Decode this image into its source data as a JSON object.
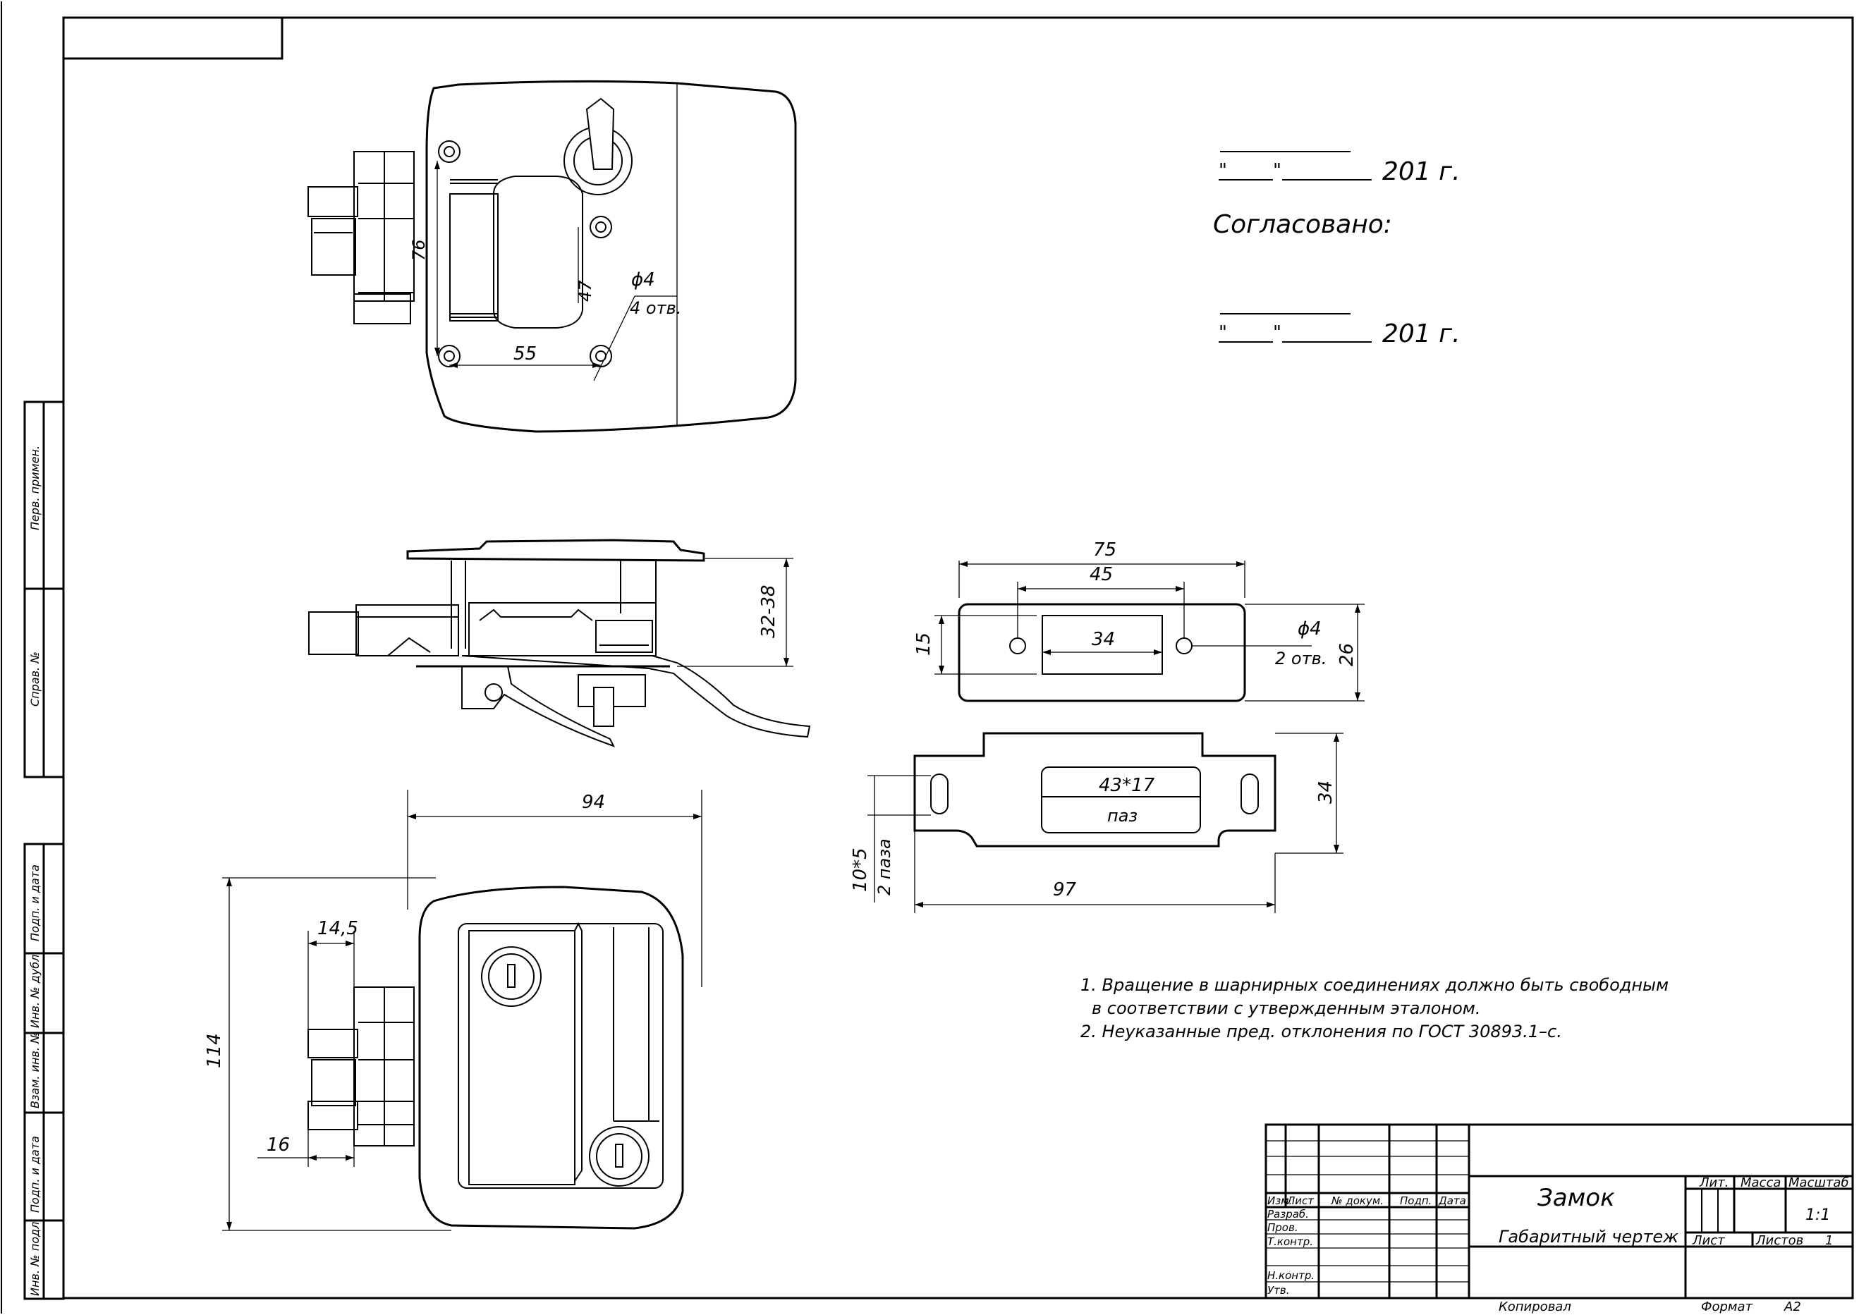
{
  "side_stamps": [
    "Перв. примен.",
    "Справ. №",
    "Подп. и дата",
    "Инв. № дубл.",
    "Взам. инв. №",
    "Подп. и дата",
    "Инв. № подл."
  ],
  "approval": {
    "date_suffix_1": "201 г.",
    "agreed_label": "Согласовано:",
    "date_suffix_2": "201 г."
  },
  "dims": {
    "d76": "76",
    "d47": "47",
    "d55": "55",
    "phi4_a": "ϕ4",
    "holes4": "4 отв.",
    "d32_38": "32-38",
    "d75": "75",
    "d45": "45",
    "d34_inner": "34",
    "d15": "15",
    "d26": "26",
    "phi4_b": "ϕ4",
    "holes2": "2 отв.",
    "slot_size": "43*17",
    "slot_label": "паз",
    "d34_right": "34",
    "d10x5": "10*5",
    "slots2": "2 паза",
    "d97": "97",
    "d94": "94",
    "d14_5": "14,5",
    "d114": "114",
    "d16": "16"
  },
  "notes": [
    "1.  Вращение в шарнирных соединениях должно быть свободным",
    "в соответствии с утвержденным эталоном.",
    "2. Неуказанные пред. отклонения по ГОСТ 30893.1–с."
  ],
  "title_block": {
    "col_izm": "Изм.",
    "col_list": "Лист",
    "col_doc": "№ докум.",
    "col_podp": "Подп.",
    "col_data": "Дата",
    "row_razrab": "Разраб.",
    "row_prov": "Пров.",
    "row_tkontr": "Т.контр.",
    "row_nkontr": "Н.контр.",
    "row_utv": "Утв.",
    "name": "Замок",
    "doc_type": "Габаритный чертеж",
    "lit_label": "Лит.",
    "mass_label": "Масса",
    "scale_label": "Масштаб",
    "scale_value": "1:1",
    "sheet_label": "Лист",
    "sheets_label": "Листов",
    "sheets_value": "1"
  },
  "footer": {
    "copied_label": "Копировал",
    "format_label": "Формат",
    "format_value": "А2"
  }
}
